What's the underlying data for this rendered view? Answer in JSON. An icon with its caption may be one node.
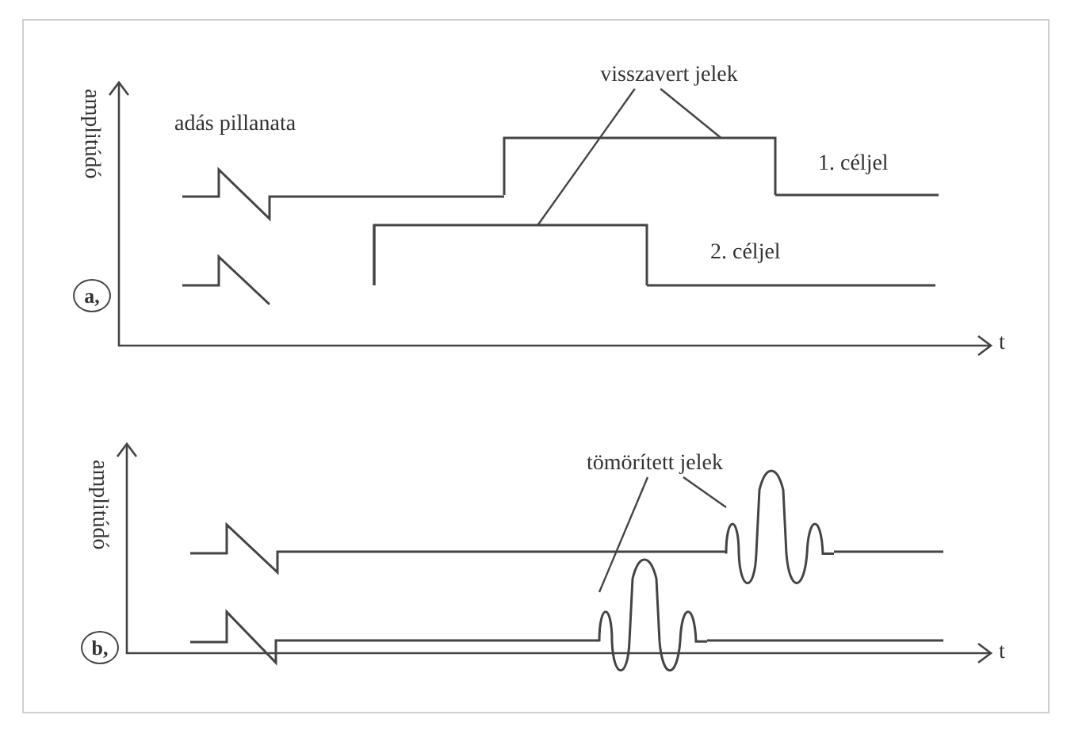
{
  "diagram": {
    "nodes": [
      {
        "text": [
          "a,"
        ]
      },
      {
        "text": [
          "visszavert jelek"
        ]
      },
      {
        "text": [],
        "shape": "picture"
      },
      {
        "text": [],
        "shape": "picture"
      },
      {
        "text": [
          "b,"
        ]
      },
      {
        "text": [
          "tömörített jelek"
        ]
      },
      {
        "text": [],
        "shape": "picture"
      },
      {
        "text": [],
        "shape": "picture"
      }
    ],
    "edges": [
      {
        "from": 1,
        "to": 3,
        "arrow": "none"
      },
      {
        "from": 1,
        "to": 2,
        "arrow": "none"
      },
      {
        "from": 5,
        "to": 6,
        "arrow": "none"
      },
      {
        "from": 5,
        "to": 7,
        "arrow": "none"
      }
    ],
    "labels": [
      "amplitúdó",
      "adás pillanata",
      "1. céljel",
      "2. céljel",
      "t",
      "amplitúdó",
      "t"
    ]
  }
}
